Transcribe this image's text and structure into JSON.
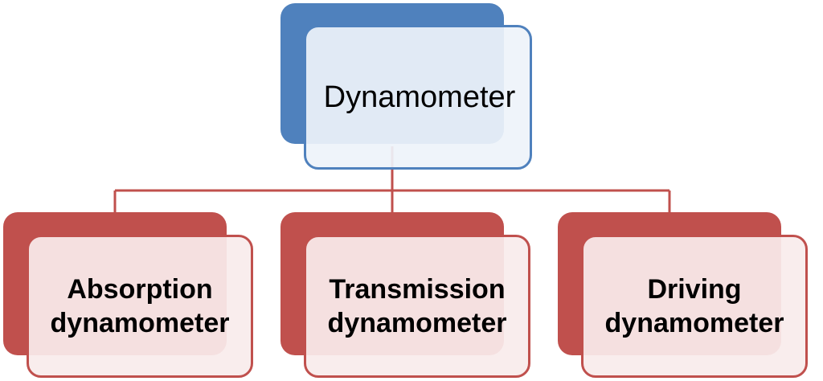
{
  "diagram": {
    "root": {
      "label": "Dynamometer",
      "color": "#4f81bd"
    },
    "children": [
      {
        "label_line1": "Absorption",
        "label_line2": "dynamometer"
      },
      {
        "label_line1": "Transmission",
        "label_line2": "dynamometer"
      },
      {
        "label_line1": "Driving",
        "label_line2": "dynamometer"
      }
    ],
    "child_color": "#c0504d"
  }
}
